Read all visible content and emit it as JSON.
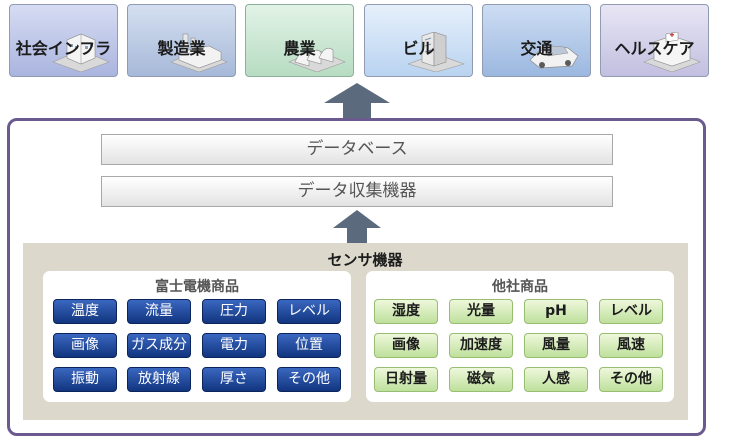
{
  "sectors": [
    "社会インフラ",
    "製造業",
    "農業",
    "ビル",
    "交通",
    "ヘルスケア"
  ],
  "layers": {
    "database": "データベース",
    "collector": "データ収集機器"
  },
  "sensors": {
    "title": "センサ機器",
    "fuji": {
      "title": "富士電機商品",
      "items": [
        "温度",
        "流量",
        "圧力",
        "レベル",
        "画像",
        "ガス成分",
        "電力",
        "位置",
        "振動",
        "放射線",
        "厚さ",
        "その他"
      ]
    },
    "other": {
      "title": "他社商品",
      "items": [
        "湿度",
        "光量",
        "pH",
        "レベル",
        "画像",
        "加速度",
        "風量",
        "風速",
        "日射量",
        "磁気",
        "人感",
        "その他"
      ]
    }
  },
  "colors": {
    "frame": "#6b5a8e",
    "arrow": "#5b6a7d",
    "fuji_chip": "#1b3f8c",
    "other_chip": "#cfe8b2",
    "sensor_panel": "#dcd9cc"
  }
}
